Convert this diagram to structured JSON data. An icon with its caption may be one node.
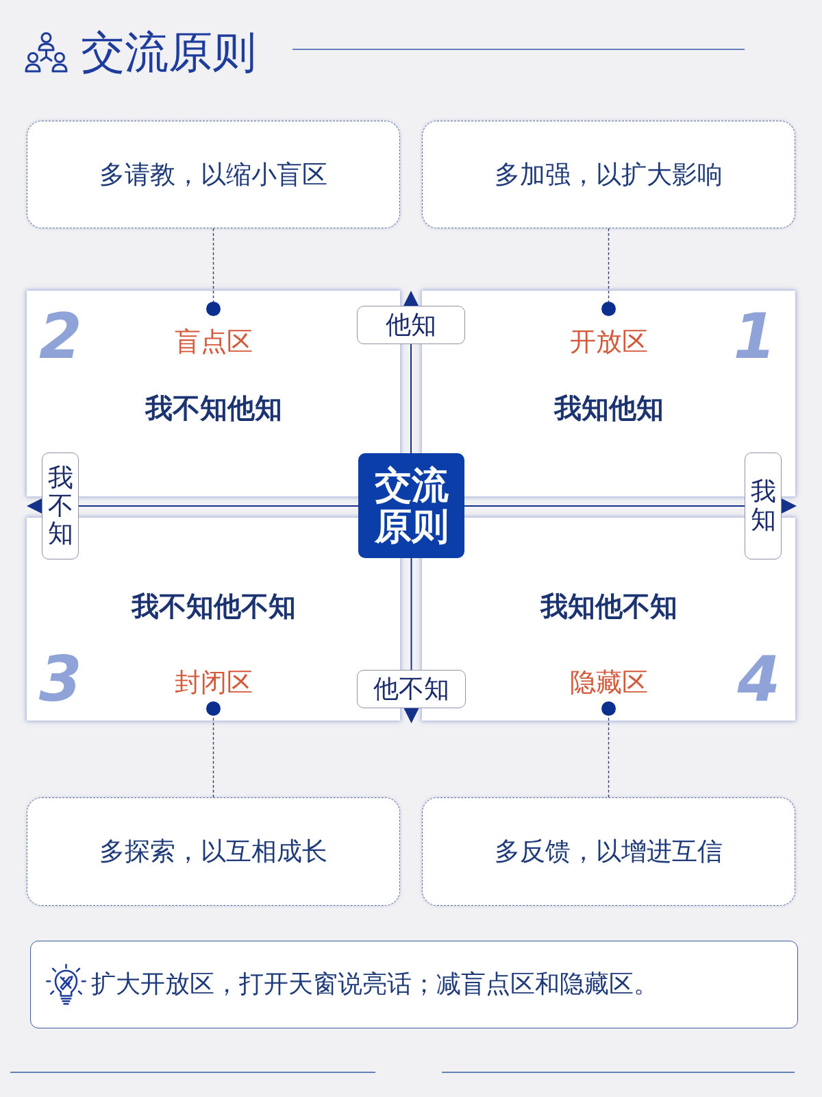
{
  "diagram": {
    "title": "交流原则",
    "nodes": [
      {
        "text": [
          "多请教，以缩小盲区"
        ]
      },
      {
        "text": [
          "多加强，以扩大影响"
        ]
      },
      {
        "text": [
          "2",
          "盲点区",
          "我不知他知"
        ]
      },
      {
        "text": [],
        "shape": "circle",
        "in": 2
      },
      {
        "text": [
          "他知"
        ]
      },
      {
        "text": [
          "开放区",
          "1",
          "我知他知"
        ]
      },
      {
        "text": [],
        "shape": "circle",
        "in": 5
      },
      {
        "text": [
          "我不知"
        ]
      },
      {
        "text": [
          "交流原则"
        ]
      },
      {
        "text": [
          "我知"
        ]
      },
      {
        "text": [
          "我不知他不知",
          "3",
          "封闭区"
        ]
      },
      {
        "text": [],
        "shape": "circle",
        "in": 10
      },
      {
        "text": [
          "他不知"
        ]
      },
      {
        "text": [
          "我知他不知",
          "隐藏区",
          "4"
        ]
      },
      {
        "text": [],
        "shape": "circle",
        "in": 13
      },
      {
        "text": [
          "多探索，以互相成长"
        ]
      },
      {
        "text": [
          "多反馈，以增进互信"
        ]
      },
      {
        "text": [
          "扩大开放区，打开天窗说亮话；减盲点区和隐藏区。"
        ]
      }
    ],
    "edges": [
      {
        "from": 0,
        "to": 3,
        "arrow": "none",
        "style": "dashed"
      },
      {
        "from": 1,
        "to": 6,
        "arrow": "none",
        "style": "dashed"
      },
      {
        "from": 8,
        "to": 4,
        "arrow": "to",
        "color": "#14328a"
      },
      {
        "from": 8,
        "to": 7,
        "arrow": "to",
        "color": "#14328a"
      },
      {
        "from": 8,
        "to": 9,
        "arrow": "to",
        "color": "#14328a"
      },
      {
        "from": 8,
        "to": 12,
        "arrow": "to",
        "color": "#14328a"
      },
      {
        "from": 15,
        "to": 11,
        "arrow": "none",
        "style": "dashed"
      },
      {
        "from": 16,
        "to": 14,
        "arrow": "none",
        "style": "dashed"
      }
    ]
  }
}
